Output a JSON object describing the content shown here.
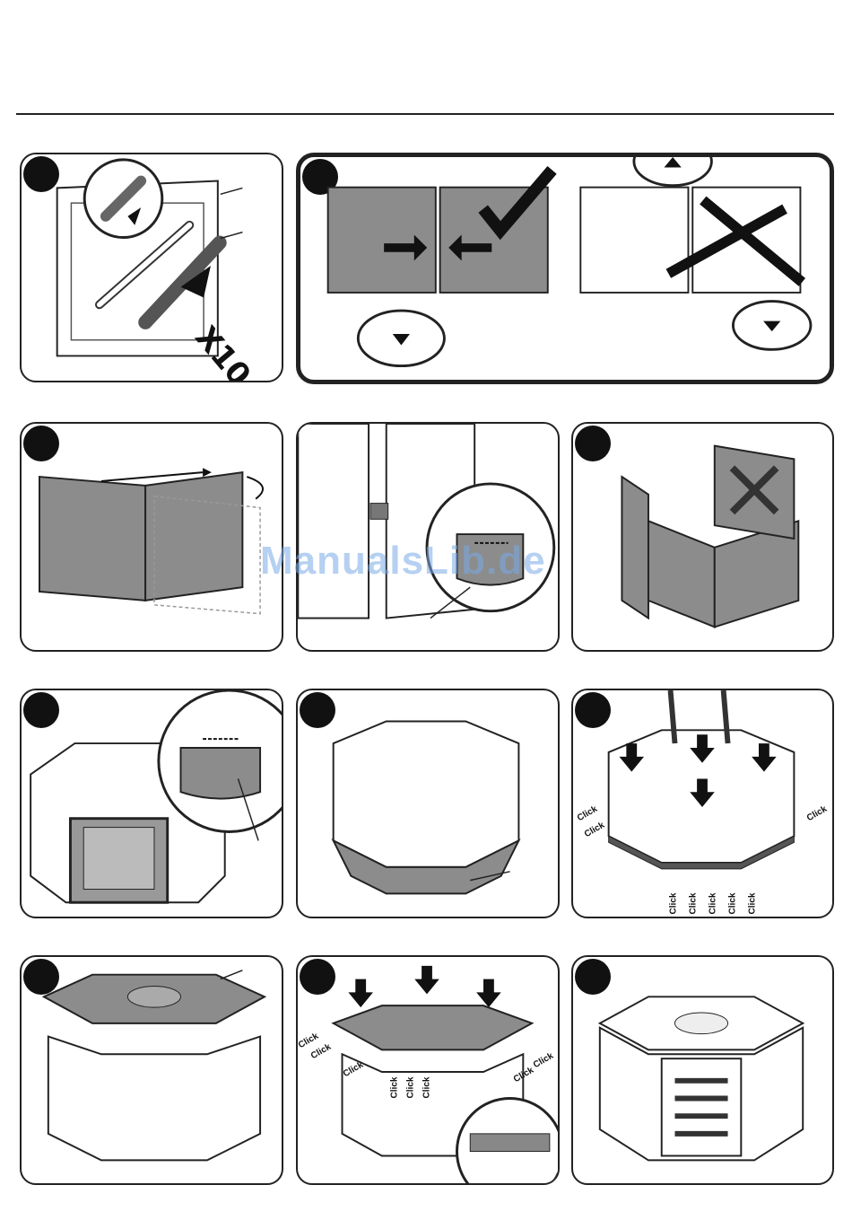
{
  "quantity_label": "X10",
  "watermark": "ManualsLib.de",
  "click_label": "Click",
  "colors": {
    "panel_fill": "#8c8c8c",
    "outline": "#222222",
    "watermark": "#78aae6"
  }
}
